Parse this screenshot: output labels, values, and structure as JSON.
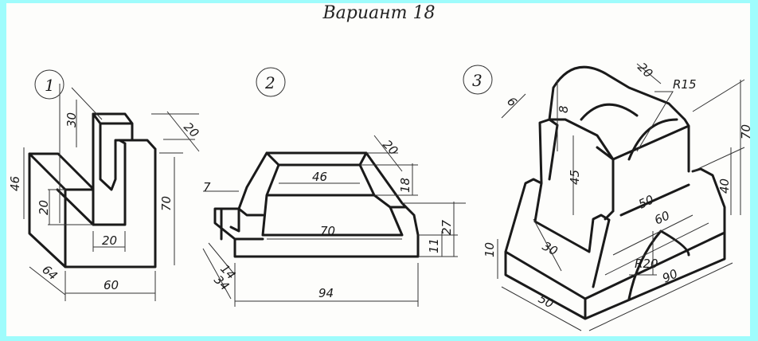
{
  "title": "Вариант 18",
  "figures": [
    {
      "number": "1",
      "dimensions": {
        "d30": "30",
        "d20_top": "20",
        "d46": "46",
        "d20_left": "20",
        "d70": "70",
        "d20_bottom": "20",
        "d64": "64",
        "d60": "60"
      }
    },
    {
      "number": "2",
      "dimensions": {
        "d20": "20",
        "d46": "46",
        "d18": "18",
        "d7": "7",
        "d27": "27",
        "d70": "70",
        "d11": "11",
        "d14": "14",
        "d34": "34",
        "d94": "94"
      }
    },
    {
      "number": "3",
      "dimensions": {
        "d20": "20",
        "r15": "R15",
        "d6": "6",
        "d8": "8",
        "d70": "70",
        "d45": "45",
        "d40": "40",
        "d50_top": "50",
        "d60": "60",
        "d30": "30",
        "d10": "10",
        "r20": "R20",
        "d90": "90",
        "d50_bottom": "50"
      }
    }
  ]
}
